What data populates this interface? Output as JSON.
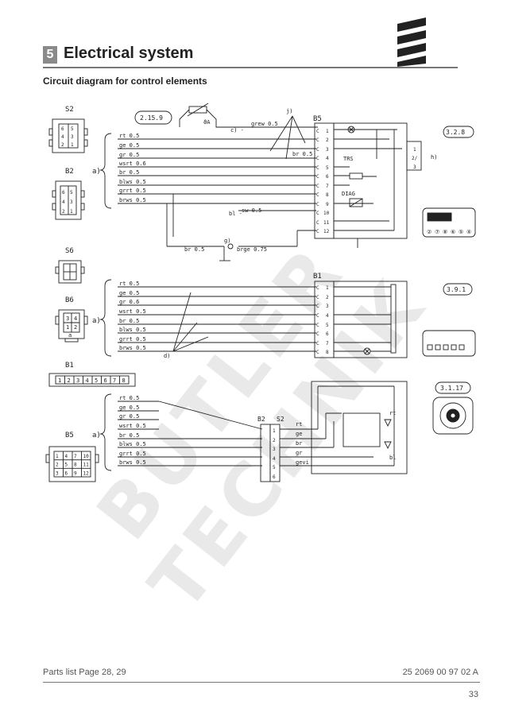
{
  "header": {
    "section_number": "5",
    "section_title": "Electrical system",
    "subtitle": "Circuit diagram for control elements"
  },
  "watermark": {
    "text": "BUTLER TECHNIK"
  },
  "connectors": {
    "s2": "S2",
    "b2": "B2",
    "s6": "S6",
    "b6": "B6",
    "b1": "B1",
    "b5": "B5",
    "b5_grid": [
      "1",
      "4",
      "7",
      "10",
      "2",
      "5",
      "8",
      "11",
      "3",
      "6",
      "9",
      "12"
    ],
    "b6_grid": [
      "3",
      "4",
      "1",
      "2"
    ],
    "b6_sub": "a",
    "b1_strip": [
      "1",
      "2",
      "3",
      "4",
      "5",
      "6",
      "7",
      "8"
    ],
    "s2_pins": [
      "6",
      "5",
      "4",
      "3",
      "2",
      "1"
    ],
    "b2_pins": [
      "6",
      "5",
      "4",
      "3",
      "2",
      "1"
    ]
  },
  "group1": {
    "label": "a)",
    "wires": [
      "rt 0.5",
      "ge 0.5",
      "gr 0.5",
      "wsrt 0.6",
      "br 0.5",
      "blws 0.5",
      "grrt 0.5",
      "brws 0.5"
    ],
    "ref_box": "2.15.9",
    "sensor_label": "ϑA",
    "c_label": "c) -",
    "grew": "grew 0.5",
    "j_label": "j)",
    "br05": "br 0.5",
    "bl_label": "bl -",
    "sw05": "sw 0.5",
    "b5_header": "B5",
    "pins": [
      "1",
      "2",
      "3",
      "4",
      "5",
      "6",
      "7",
      "8",
      "9",
      "10",
      "11",
      "12"
    ],
    "pin_c": "C",
    "trs": "TRS",
    "diag": "DIAG",
    "ref_right": "3.2.8",
    "h_label": "h)",
    "plug_pins": [
      "1",
      "2/",
      "3"
    ],
    "keypad": [
      "②",
      "⑦",
      "⑧",
      "⑥",
      "⑤",
      "④"
    ],
    "bottom_br": "br 0.5",
    "g_label": "g)",
    "brge": "brge 0.75"
  },
  "group2": {
    "label": "a)",
    "wires": [
      "rt 0.5",
      "ge 0.5",
      "gr 0.6",
      "wsrt 0.5",
      "br 0.5",
      "blws 0.5",
      "grrt 0.5",
      "brws 0.5"
    ],
    "d_label": "d)",
    "b1_header": "B1",
    "pins": [
      "1",
      "2",
      "3",
      "4",
      "5",
      "6",
      "7",
      "8"
    ],
    "ref_right": "3.9.1"
  },
  "group3": {
    "label": "a)",
    "wires": [
      "rt 0.5",
      "ge 0.5",
      "gr 0.5",
      "wsrt 0.5",
      "br 0.5",
      "blws 0.5",
      "grrt 0.5",
      "brws 0.5"
    ],
    "b2_header": "B2",
    "s2_header": "S2",
    "pins_b2": [
      "1",
      "2",
      "3",
      "4",
      "5",
      "6"
    ],
    "pins_s2": [
      "1",
      "2",
      "3",
      "4",
      "5",
      "6"
    ],
    "right_wires": [
      "rt",
      "ge",
      "br",
      "gr",
      "gevi"
    ],
    "rt_label": "rt",
    "bl_label": "bl",
    "ref_right": "3.1.17"
  },
  "footer": {
    "parts_list": "Parts list Page 28, 29",
    "doc_number": "25 2069 00 97 02 A",
    "page_number": "33"
  }
}
